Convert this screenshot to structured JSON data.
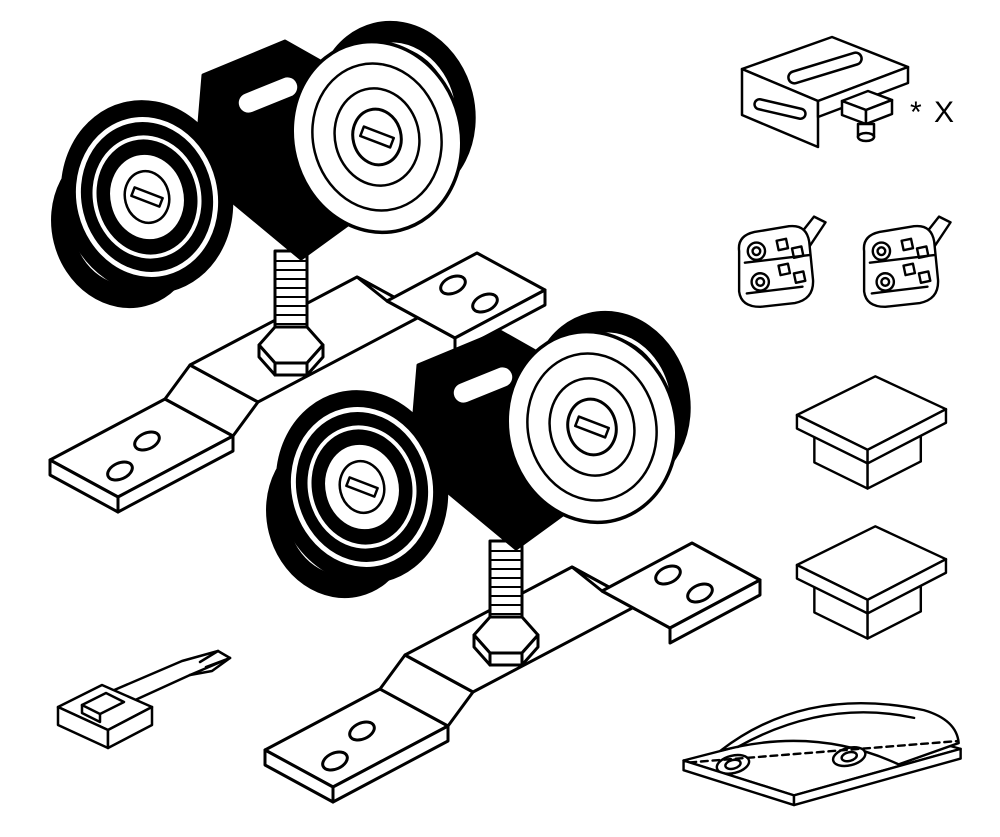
{
  "figure": {
    "type": "technical-illustration",
    "background_color": "#ffffff",
    "line_color": "#000000",
    "annotation": {
      "label": "* X"
    },
    "parts": [
      {
        "id": "roller-trolley-1",
        "name": "roller trolley hanger with mounting plate"
      },
      {
        "id": "roller-trolley-2",
        "name": "roller trolley hanger with mounting plate"
      },
      {
        "id": "angle-bracket-x",
        "name": "track mounting angle bracket",
        "annotation": "* X"
      },
      {
        "id": "support-clip-1",
        "name": "track support clip"
      },
      {
        "id": "support-clip-2",
        "name": "track support clip"
      },
      {
        "id": "end-cap-1",
        "name": "track end cap"
      },
      {
        "id": "end-cap-2",
        "name": "track end cap"
      },
      {
        "id": "floor-guide",
        "name": "floor guide with forked arm"
      },
      {
        "id": "door-stop",
        "name": "door stop guide plate"
      }
    ]
  }
}
